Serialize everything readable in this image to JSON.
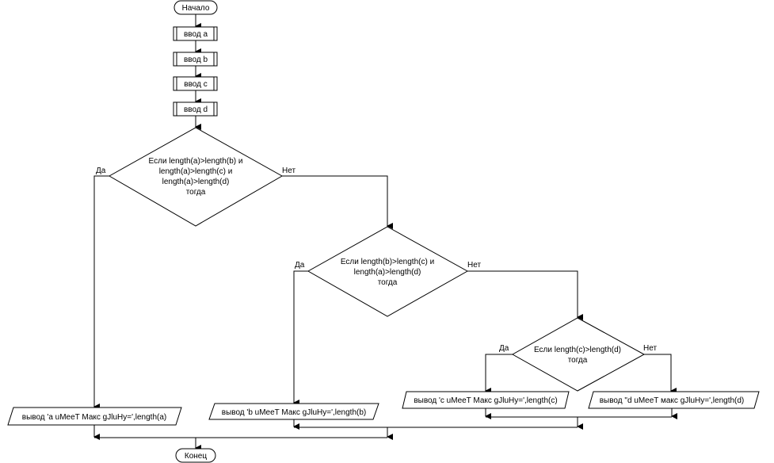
{
  "diagram": {
    "start": "Начало",
    "end": "Конец",
    "inputs": [
      "ввод a",
      "ввод b",
      "ввод c",
      "ввод d"
    ],
    "decisions": [
      {
        "lines": [
          "Если length(a)>length(b) и",
          "length(a)>length(c) и",
          "length(a)>length(d)",
          "тогда"
        ],
        "yes": "Да",
        "no": "Нет"
      },
      {
        "lines": [
          "Если length(b)>length(c) и",
          "length(a)>length(d)",
          "тогда"
        ],
        "yes": "Да",
        "no": "Нет"
      },
      {
        "lines": [
          "Если length(c)>length(d)",
          "тогда"
        ],
        "yes": "Да",
        "no": "Нет"
      }
    ],
    "outputs": [
      "вывод  'a uMeeT Макс gJluHy=',length(a)",
      "вывод 'b uMeeT Макс gJluHy=',length(b)",
      "вывод 'c uMeeT Макс gJluHy=',length(c)",
      "вывод \"d uMeeT  макс gJluHy=',length(d)"
    ]
  }
}
